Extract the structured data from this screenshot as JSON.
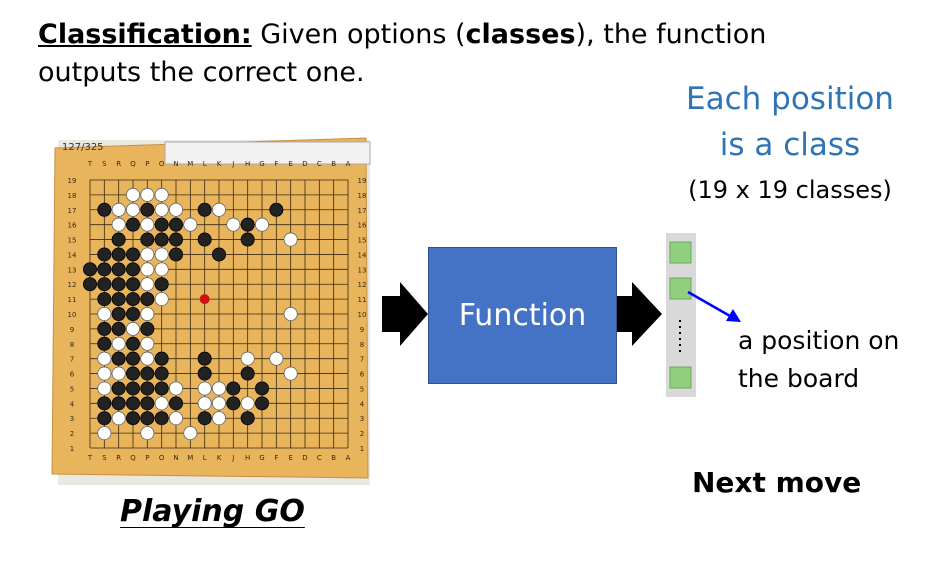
{
  "heading": {
    "term": "Classification:",
    "text_before": " Given options (",
    "bold_word": "classes",
    "text_after": "), the function outputs the correct one."
  },
  "class_note": {
    "line1": "Each position",
    "line2": "is a class",
    "line3": "(19 x 19 classes)"
  },
  "function_label": "Function",
  "position_label": {
    "line1": "a position on",
    "line2": "the board"
  },
  "next_move_label": "Next move",
  "go_caption": "Playing GO",
  "board": {
    "counter": "127/325",
    "col_letters": [
      "A",
      "B",
      "C",
      "D",
      "E",
      "F",
      "G",
      "H",
      "J",
      "K",
      "L",
      "M",
      "N",
      "O",
      "P",
      "Q",
      "R",
      "S",
      "T"
    ],
    "row_numbers": [
      "19",
      "18",
      "17",
      "16",
      "15",
      "14",
      "13",
      "12",
      "11",
      "10",
      "9",
      "8",
      "7",
      "6",
      "5",
      "4",
      "3",
      "2",
      "1"
    ]
  },
  "colors": {
    "blue_text": "#2e75b6",
    "function_box": "#4472c4",
    "board": "#e8b45c",
    "green_square": "#8fcf7d",
    "arrow": "#0000ff"
  }
}
